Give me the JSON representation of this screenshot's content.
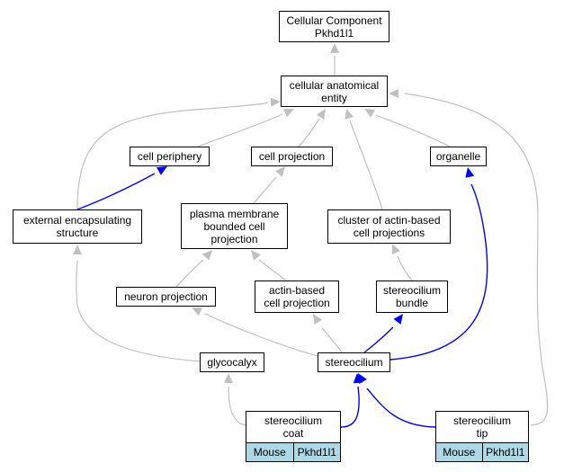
{
  "colors": {
    "edge_grey": "#c0c0c0",
    "edge_blue": "#0000ff",
    "node_border": "#000000",
    "leaf_tag_bg": "#add8e6"
  },
  "nodes": {
    "root": {
      "line1": "Cellular Component",
      "line2": "Pkhd1l1"
    },
    "cae": {
      "line1": "cellular anatomical",
      "line2": "entity"
    },
    "periph": {
      "line1": "cell periphery"
    },
    "cproj": {
      "line1": "cell projection"
    },
    "organ": {
      "line1": "organelle"
    },
    "ext": {
      "line1": "external encapsulating",
      "line2": "structure"
    },
    "pmb": {
      "line1": "plasma membrane",
      "line2": "bounded cell",
      "line3": "projection"
    },
    "cluster": {
      "line1": "cluster of actin-based",
      "line2": "cell projections"
    },
    "neuron": {
      "line1": "neuron projection"
    },
    "actin": {
      "line1": "actin-based",
      "line2": "cell projection"
    },
    "bundle": {
      "line1": "stereocilium",
      "line2": "bundle"
    },
    "glyco": {
      "line1": "glycocalyx"
    },
    "stereo": {
      "line1": "stereocilium"
    },
    "coat": {
      "line1": "stereocilium",
      "line2": "coat",
      "species": "Mouse",
      "gene": "Pkhd1l1"
    },
    "tip": {
      "line1": "stereocilium",
      "line2": "tip",
      "species": "Mouse",
      "gene": "Pkhd1l1"
    }
  },
  "edges": [
    {
      "from": "cae",
      "to": "root",
      "color": "grey"
    },
    {
      "from": "periph",
      "to": "cae",
      "color": "grey"
    },
    {
      "from": "cproj",
      "to": "cae",
      "color": "grey"
    },
    {
      "from": "organ",
      "to": "cae",
      "color": "grey"
    },
    {
      "from": "ext",
      "to": "cae",
      "color": "grey"
    },
    {
      "from": "cluster",
      "to": "cae",
      "color": "grey"
    },
    {
      "from": "tip",
      "to": "cae",
      "color": "grey"
    },
    {
      "from": "ext",
      "to": "periph",
      "color": "blue"
    },
    {
      "from": "pmb",
      "to": "cproj",
      "color": "grey"
    },
    {
      "from": "neuron",
      "to": "pmb",
      "color": "grey"
    },
    {
      "from": "actin",
      "to": "pmb",
      "color": "grey"
    },
    {
      "from": "bundle",
      "to": "cluster",
      "color": "grey"
    },
    {
      "from": "glyco",
      "to": "ext",
      "color": "grey"
    },
    {
      "from": "stereo",
      "to": "neuron",
      "color": "grey"
    },
    {
      "from": "stereo",
      "to": "actin",
      "color": "grey"
    },
    {
      "from": "stereo",
      "to": "bundle",
      "color": "blue"
    },
    {
      "from": "stereo",
      "to": "organ",
      "color": "blue"
    },
    {
      "from": "coat",
      "to": "glyco",
      "color": "grey"
    },
    {
      "from": "coat",
      "to": "stereo",
      "color": "blue"
    },
    {
      "from": "tip",
      "to": "stereo",
      "color": "blue"
    }
  ]
}
